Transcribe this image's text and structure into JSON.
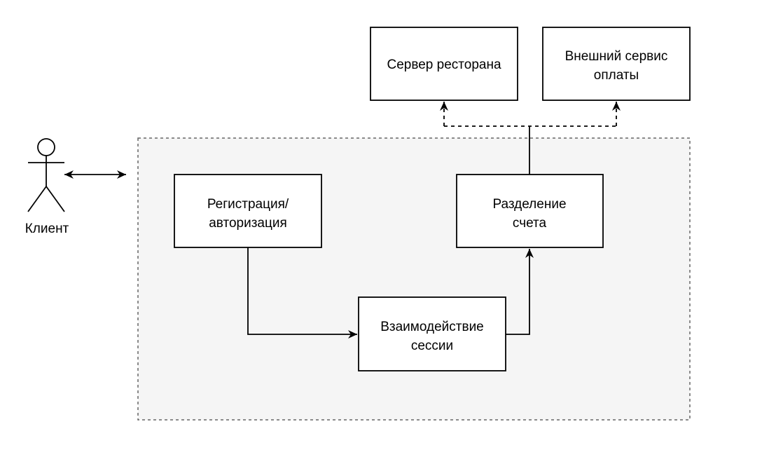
{
  "actor": {
    "label": "Клиент"
  },
  "boxes": {
    "registration": {
      "line1": "Регистрация/",
      "line2": "авторизация"
    },
    "session": {
      "line1": "Взаимодействие",
      "line2": "сессии"
    },
    "bill_split": {
      "line1": "Разделение",
      "line2": "счета"
    },
    "restaurant_server": {
      "line1": "Сервер ресторана"
    },
    "payment_service": {
      "line1": "Внешний сервис",
      "line2": "оплаты"
    }
  },
  "colors": {
    "stroke": "#000000",
    "container_fill": "#f5f5f5",
    "container_border": "#666666",
    "box_fill": "#ffffff"
  }
}
